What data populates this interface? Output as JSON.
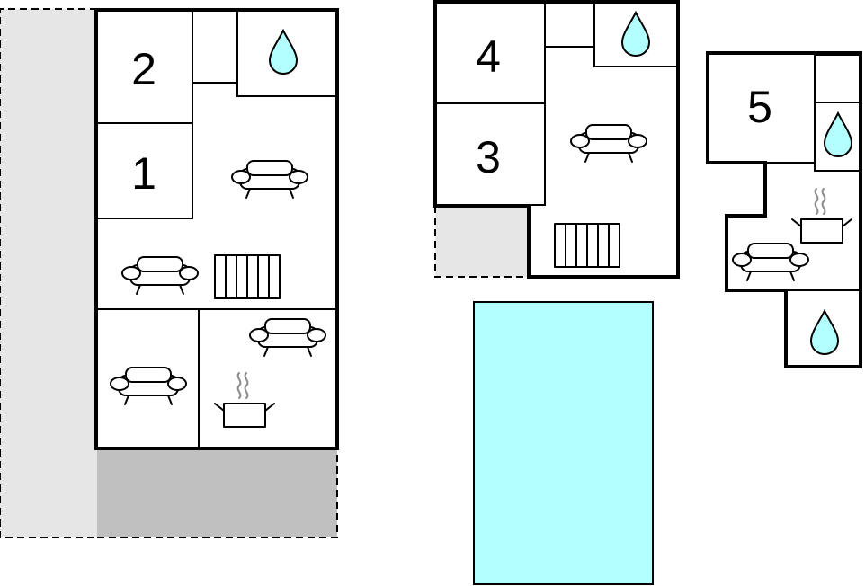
{
  "colors": {
    "wall": "#000000",
    "terrace_light": "#e6e6e6",
    "terrace_dark": "#c0c0c0",
    "water": "#b3ffff",
    "pool": "#b3ffff"
  },
  "icons": [
    "water-drop-icon",
    "sofa-icon",
    "radiator-icon",
    "cooking-pot-icon"
  ],
  "rooms": {
    "r1": "1",
    "r2": "2",
    "r3": "3",
    "r4": "4",
    "r5": "5"
  }
}
